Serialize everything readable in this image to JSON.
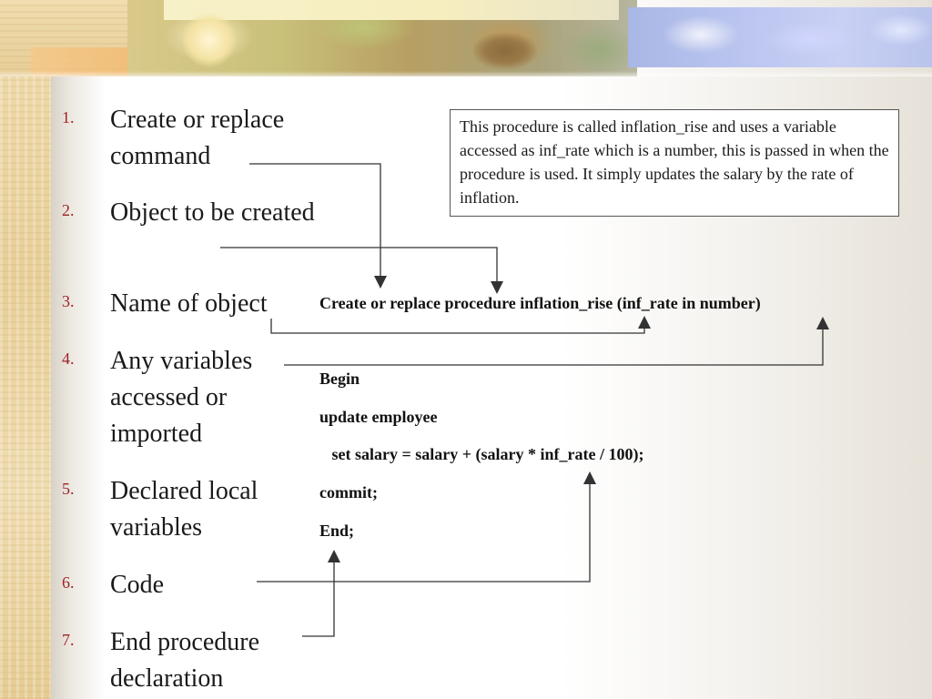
{
  "steps": [
    {
      "num": "1.",
      "text": "Create or replace command"
    },
    {
      "num": "2.",
      "text": "Object to be created"
    },
    {
      "num": "3.",
      "text": "Name of object"
    },
    {
      "num": "4.",
      "text": "Any variables accessed or imported"
    },
    {
      "num": "5.",
      "text": "Declared local variables"
    },
    {
      "num": "6.",
      "text": "Code"
    },
    {
      "num": "7.",
      "text": "End procedure declaration"
    }
  ],
  "description": "This procedure is called inflation_rise and uses a variable accessed as inf_rate which is a number, this is passed in when the procedure is used.   It simply updates the salary by the rate of inflation.",
  "code": {
    "line1": "Create or replace procedure inflation_rise (inf_rate in number)",
    "line2": "Begin",
    "line3": "update employee",
    "line4": "   set salary = salary + (salary * inf_rate / 100);",
    "line5": "commit;",
    "line6": "End;"
  },
  "colors": {
    "step_number": "#a02323",
    "text": "#1a1a1a",
    "arrow": "#333333"
  }
}
